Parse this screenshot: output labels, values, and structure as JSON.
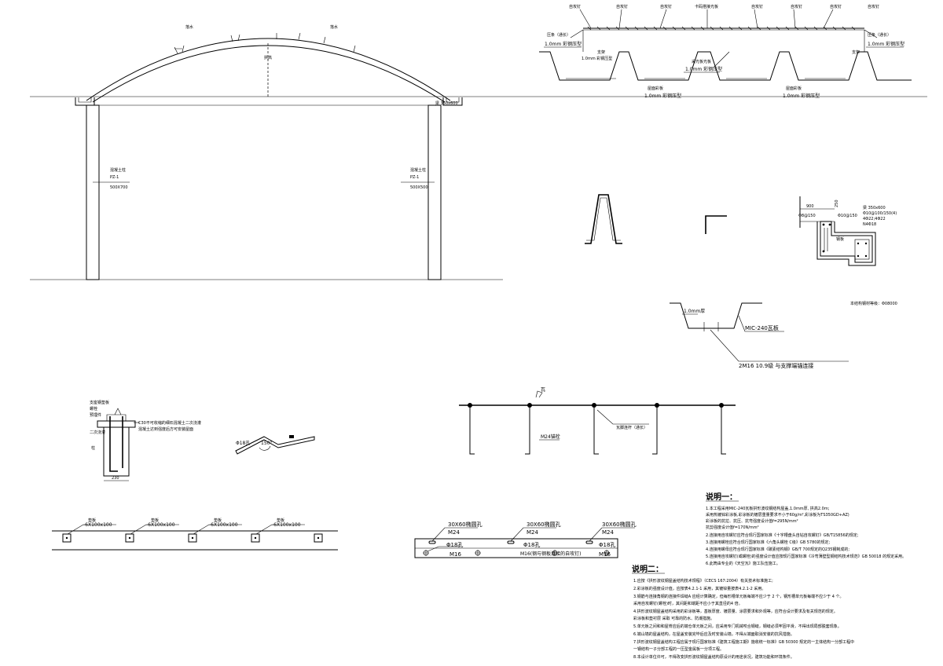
{
  "elevation": {
    "top_label_left": "落水",
    "top_label_right": "落水",
    "rise_label": "拱高",
    "column_left_title": "混凝土柱",
    "column_left_code": "PZ-1",
    "column_left_size": "500X700",
    "column_right_title": "混凝土柱",
    "column_right_code": "PZ-1",
    "column_right_size": "500X500",
    "beam_label": "梁 350x600"
  },
  "roof_section": {
    "labels": [
      "自攻钉",
      "自攻钉",
      "自攻钉",
      "卡码搭接光板",
      "自攻钉",
      "自攻钉",
      "自攻钉"
    ],
    "left_edge_label": "压条（通长）",
    "left_edge_sub": "1.0mm 彩钢压型",
    "right_edge_label": "压条（通长）",
    "right_edge_sub": "1.0mm 彩钢压型",
    "support_left": "支架",
    "support_right": "支架",
    "middle_label": "采光板光板",
    "middle_sub": "1.0mm 彩钢压型",
    "panel_left_label": "屋面彩板",
    "panel_left_sub": "1.0mm 彩钢压型",
    "panel_right_label": "屋面彩板",
    "panel_right_sub": "1.0mm 彩钢压型"
  },
  "beam_detail": {
    "dim_top_a": "900",
    "dim_top_b": "250",
    "rebar_a": "Φ8@150",
    "rebar_b": "Φ10@150",
    "beam_title": "梁 350x600",
    "beam_spec_1": "Φ10@100/150(4)",
    "beam_spec_2": "4Φ22;4Φ22",
    "beam_spec_3": "N4Φ18",
    "inner_label": "钢板"
  },
  "anchor_section": {
    "top_note": "本结构钢材等级：Φ08000",
    "sheet_label": "1.0mm厚",
    "panel_code": "MIC-240瓦板",
    "bolt_label": "2M16  10.9级  与支撑端锚连接"
  },
  "embed_detail": {
    "labels": [
      "支座钢垫板",
      "螺栓",
      "预埋件",
      "二次浇灌"
    ],
    "note_1": "C30不可收缩的细石混凝土二次浇灌",
    "note_2": "混凝土达到强度后方可安装屋面",
    "side_label": "柱",
    "dim_bottom": "230"
  },
  "hook_detail": {
    "bar_label": "Φ18孔",
    "angle_label": "150°"
  },
  "purlin_frame": {
    "top_label": "瓦",
    "tie_label": "瓦脚连杆（通长）",
    "bolt_label": "M24锚栓"
  },
  "plate_row": {
    "label": "垫板",
    "size": "-6X100x100",
    "count": 5
  },
  "bolt_plate": {
    "hole_label": "30X60椭圆孔",
    "bolt_top": "M24",
    "hole_round": "Φ18孔",
    "bolt_bottom": "M16",
    "mid_note": "M16(钢与钢板连接的自攻钉)"
  },
  "notes_one": {
    "title": "说明一：",
    "lines": [
      "1.本工程采用MIC-240瓦板拱形波纹钢结构屋盖,1.0mm厚, 拱高2.0m;",
      "  采用热镀锌彩涂板,彩涂板的镀层重量要求不小于60g/m²,彩涂板为TS350GD+AZ)",
      "  彩涂板的抗拉、抗压、抗弯强度设计值f=295N/mm²",
      "  抗剪强度设计值f=170N/mm²",
      "2.连接用自攻螺钉应符合现行国家标准《十字槽盘头自钻自攻螺钉》GB/T15856的规定;",
      "3.连接用螺栓应符合现行国家标准《六角头螺栓 C级》GB 5780的规定;",
      "4.连接用螺母应符合现行国家标准《碳素结构钢》GB/T 700规定的Q235钢制成的;",
      "5.连接用自攻螺钉(或螺栓)的强度设计值应按现行国家标准《冷弯薄壁型钢结构技术规范》GB 50018 的规定采用。",
      "6.此筒由专业的《天空瓦》施工队伍施工。"
    ]
  },
  "notes_two": {
    "title": "说明二：",
    "lines": [
      "1.应按《拱形波纹钢屋盖结构技术规程》（CECS 167:2004）有关技术标准施工;",
      "2.彩涂板的强度设计值，应按表4.2.1-1 采用，其镀锌量按表4.2.1-2 采用。",
      "3.钢筋与连接角钢的连接件焊缝A 应经计算确定，但每形槽单元板每端不应少于 2 个，钢形槽单元板每端不应少于 4 个。",
      "  采用自攻螺钉(螺栓)时，其间距和端距不应小于其直径的4 倍。",
      "4.拱形波纹钢屋盖结构采用的彩涂板等，基板厚度、镀层量、涂层要求和外观等，应符合设计要求及有关规范的规定。",
      "  彩涂板和垫衬层 采取 可靠的防水、防潮措施。",
      "5.单元板之间和和屋脊应后的端仓单元板之间，应采用专门机械咬合钢缝，钢缝必须牢固平滑，不得出现局部脱套现象。",
      "6.端山墙的屋盖结构，在屋盖安装完毕后应及时安装山墙，不得从端面取消安装的抗风措施。",
      "7.拱形波纹钢屋盖结构工程应属于现行国家标准《建筑工程施工期》施收统一标准》GB 50300 规定的一主体结构一分部工程中",
      "  一钢结构一子分部工程的一压型金属板一分项工程。",
      "8.本设计单位许可，不得改变拱形波纹钢屋盖结构原设计的用途状况，建筑功能和环境条件。"
    ]
  }
}
